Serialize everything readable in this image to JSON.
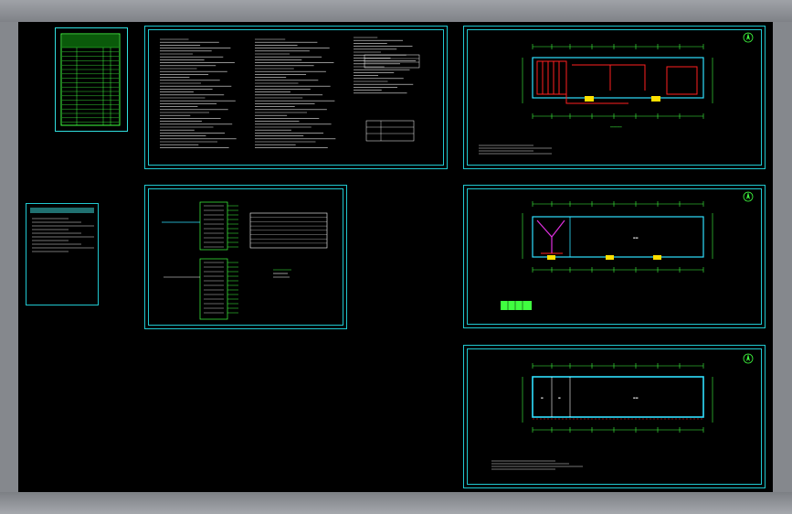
{
  "viewer": {
    "background": "#000000",
    "frame_color": "#8a8d92",
    "border_color": "#20c8d0",
    "wire_red": "#ff2020",
    "wall_cyan": "#30e0ff",
    "dim_green": "#40ff40",
    "accent_yellow": "#ffe000"
  },
  "sheets": [
    {
      "id": "drawing-index",
      "kind": "index-table"
    },
    {
      "id": "design-notes",
      "kind": "text-notes"
    },
    {
      "id": "electrical-plan-1",
      "kind": "floor-plan"
    },
    {
      "id": "legend-panel",
      "kind": "legend"
    },
    {
      "id": "system-diagram",
      "kind": "schematic"
    },
    {
      "id": "electrical-plan-2",
      "kind": "floor-plan"
    },
    {
      "id": "electrical-plan-3",
      "kind": "floor-plan"
    }
  ],
  "icons": {
    "north_arrow": "north-arrow-icon"
  }
}
